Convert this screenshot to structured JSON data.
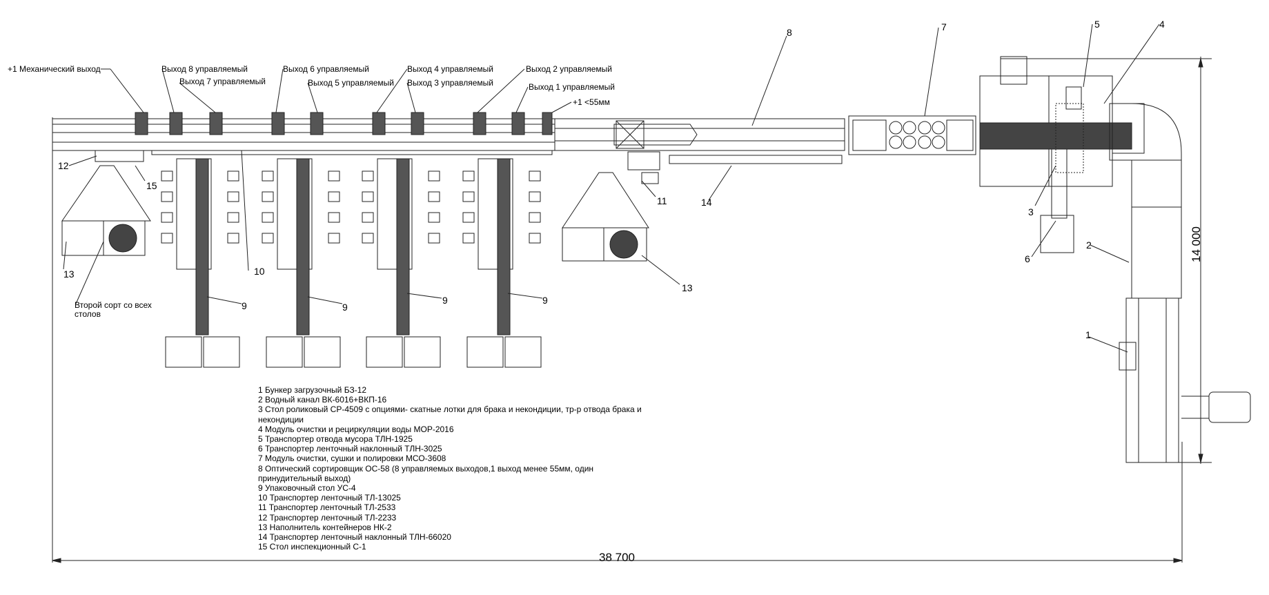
{
  "callouts": {
    "out_mech": "+1 Механический выход",
    "out8": "Выход 8 управляемый",
    "out7": "Выход 7 управляемый",
    "out6": "Выход 6 управляемый",
    "out5": "Выход 5 управляемый",
    "out4": "Выход 4 управляемый",
    "out3": "Выход 3 управляемый",
    "out2": "Выход 2 управляемый",
    "out1": "Выход 1 управляемый",
    "small": "+1 <55мм",
    "second_grade": "Второй сорт со всех столов"
  },
  "numbers": {
    "n1": "1",
    "n2": "2",
    "n3": "3",
    "n4": "4",
    "n5": "5",
    "n6": "6",
    "n7": "7",
    "n8": "8",
    "n9": "9",
    "n10": "10",
    "n11": "11",
    "n12": "12",
    "n13": "13",
    "n14": "14",
    "n15": "15"
  },
  "dimensions": {
    "width": "38 700",
    "height": "14 000"
  },
  "legend": [
    "1 Бункер загрузочный БЗ-12",
    "2 Водный канал ВК-6016+ВКП-16",
    "3 Стол роликовый СР-4509 с опциями- скатные лотки для брака и некондиции, тр-р отвода брака и некондиции",
    "4 Модуль очистки и рециркуляции воды МОР-2016",
    "5 Транспортер отвода мусора ТЛН-1925",
    "6 Транспортер ленточный наклонный ТЛН-3025",
    "7 Модуль очистки, сушки и полировки МСО-3608",
    "8 Оптический сортировщик ОС-58 (8 управляемых выходов,1 выход менее 55мм, один принудительный выход)",
    "9 Упаковочный стол УС-4",
    "10 Транспортер ленточный ТЛ-13025",
    "11 Транспортер ленточный ТЛ-2533",
    "12 Транспортер ленточный ТЛ-2233",
    "13 Наполнитель контейнеров НК-2",
    "14 Транспортер ленточный наклонный ТЛН-66020",
    "15 Стол инспекционный С-1"
  ]
}
